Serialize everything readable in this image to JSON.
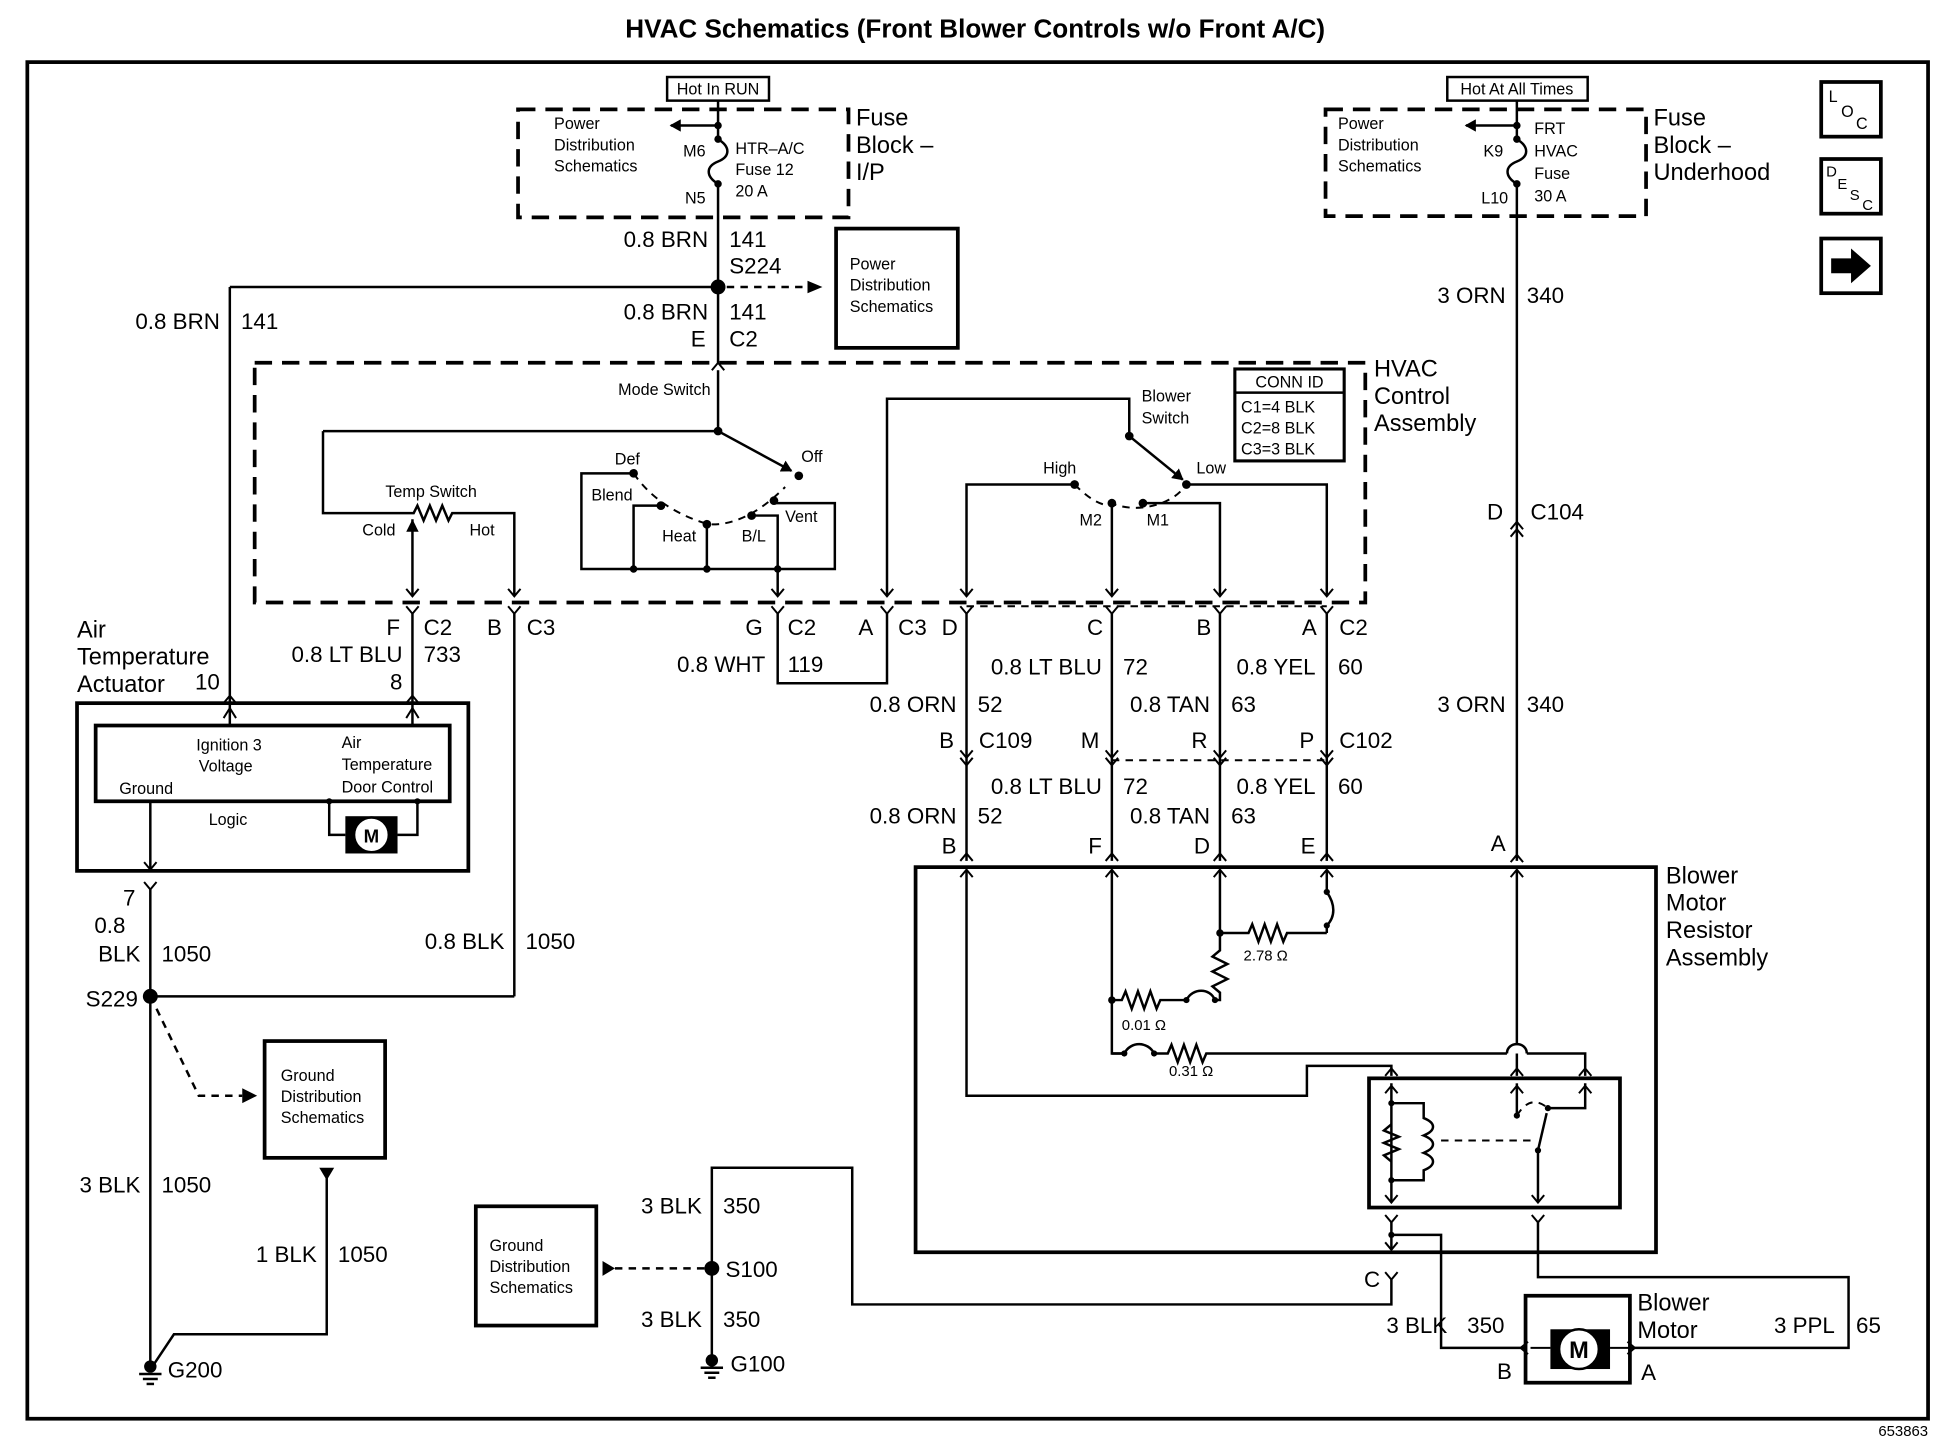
{
  "title": "HVAC Schematics (Front Blower Controls w/o Front A/C)",
  "figure_id": "653863",
  "nav": {
    "loc": {
      "top": "L",
      "mid": "O",
      "bot": "C"
    },
    "desc": {
      "a": "D",
      "b": "E",
      "c": "S",
      "d": "C"
    },
    "next_glyph": "➡"
  },
  "fuse_ip": {
    "hot_label": "Hot In RUN",
    "pd_lines": [
      "Power",
      "Distribution",
      "Schematics"
    ],
    "pin_top": "M6",
    "pin_bot": "N5",
    "fuse_lines": [
      "HTR–A/C",
      "Fuse 12",
      "20 A"
    ],
    "block_lines": [
      "Fuse",
      "Block –",
      "I/P"
    ]
  },
  "fuse_uh": {
    "hot_label": "Hot At All Times",
    "pd_lines": [
      "Power",
      "Distribution",
      "Schematics"
    ],
    "pin_top": "K9",
    "pin_bot": "L10",
    "fuse_lines": [
      "FRT",
      "HVAC",
      "Fuse",
      "30 A"
    ],
    "block_lines": [
      "Fuse",
      "Block –",
      "Underhood"
    ]
  },
  "pd_box": {
    "lines": [
      "Power",
      "Distribution",
      "Schematics"
    ]
  },
  "wires": {
    "w141_top": {
      "gauge": "0.8 BRN",
      "circuit": "141",
      "splice": "S224"
    },
    "w141_mid": {
      "gauge": "0.8 BRN",
      "circuit": "141",
      "pin": "E",
      "conn": "C2"
    },
    "w141_left": {
      "gauge": "0.8 BRN",
      "circuit": "141"
    },
    "w340_top": {
      "gauge": "3 ORN",
      "circuit": "340"
    },
    "c104": {
      "pin": "D",
      "conn": "C104"
    },
    "w340_bot": {
      "gauge": "3 ORN",
      "circuit": "340",
      "pin": "A"
    },
    "w733": {
      "pin": "F",
      "conn": "C2",
      "gauge": "0.8 LT BLU",
      "circuit": "733",
      "act_pin": "8"
    },
    "c3_b": {
      "pin": "B",
      "conn": "C3"
    },
    "act_pin10": "10",
    "w119": {
      "pin": "G",
      "conn": "C2",
      "gauge": "0.8 WHT",
      "circuit": "119"
    },
    "c3_a": {
      "pin": "A",
      "conn": "C3"
    },
    "w52": {
      "pin_top": "D",
      "gauge": "0.8 ORN",
      "circuit": "52",
      "c109_pin": "B",
      "c109": "C109",
      "bot_pin": "B"
    },
    "w72": {
      "pin_top": "C",
      "gauge": "0.8 LT BLU",
      "circuit": "72",
      "c102_pin": "M",
      "bot_pin": "F"
    },
    "w63": {
      "pin_top": "B",
      "gauge": "0.8 TAN",
      "circuit": "63",
      "c102_pin": "R",
      "bot_pin": "D"
    },
    "w60": {
      "pin_top": "A",
      "conn": "C2",
      "gauge": "0.8 YEL",
      "circuit": "60",
      "c102_pin": "P",
      "c102": "C102",
      "bot_pin": "E"
    },
    "w1050_act": {
      "pin": "7",
      "gauge_a": "0.8",
      "gauge_b": "BLK",
      "circuit": "1050"
    },
    "w1050_c3": {
      "gauge": "0.8 BLK",
      "circuit": "1050"
    },
    "s229": "S229",
    "w1050_g": {
      "gauge": "3 BLK",
      "circuit": "1050"
    },
    "w1050_1": {
      "gauge": "1 BLK",
      "circuit": "1050"
    },
    "g200": "G200",
    "w350_top": {
      "gauge": "3 BLK",
      "circuit": "350"
    },
    "s100": "S100",
    "w350_bot": {
      "gauge": "3 BLK",
      "circuit": "350"
    },
    "g100": "G100",
    "w350_motor": {
      "gauge": "3 BLK",
      "circuit": "350",
      "pin": "B"
    },
    "w65": {
      "gauge": "3 PPL",
      "circuit": "65",
      "pin": "A"
    },
    "c_pin": "C"
  },
  "hvac_control": {
    "lines": [
      "HVAC",
      "Control",
      "Assembly"
    ],
    "conn_id": {
      "header": "CONN ID",
      "rows": [
        "C1=4 BLK",
        "C2=8 BLK",
        "C3=3 BLK"
      ]
    },
    "mode_switch": {
      "label": "Mode Switch",
      "positions": [
        "Def",
        "Blend",
        "Heat",
        "B/L",
        "Vent",
        "Off"
      ]
    },
    "temp_switch": {
      "label": "Temp Switch",
      "cold": "Cold",
      "hot": "Hot"
    },
    "blower_switch": {
      "label_lines": [
        "Blower",
        "Switch"
      ],
      "positions": [
        "High",
        "M2",
        "M1",
        "Low"
      ]
    }
  },
  "actuator": {
    "lines": [
      "Air",
      "Temperature",
      "Actuator"
    ],
    "ign_lines": [
      "Ignition 3",
      "Voltage"
    ],
    "door_lines": [
      "Air",
      "Temperature",
      "Door Control"
    ],
    "ground": "Ground",
    "logic": "Logic",
    "motor": "M"
  },
  "ground_dist_1": {
    "lines": [
      "Ground",
      "Distribution",
      "Schematics"
    ]
  },
  "ground_dist_2": {
    "lines": [
      "Ground",
      "Distribution",
      "Schematics"
    ]
  },
  "resistor_assy": {
    "lines": [
      "Blower",
      "Motor",
      "Resistor",
      "Assembly"
    ],
    "r1": "2.78 Ω",
    "r2": "0.01 Ω",
    "r3": "0.31 Ω"
  },
  "blower_motor": {
    "lines": [
      "Blower",
      "Motor"
    ],
    "motor": "M"
  }
}
